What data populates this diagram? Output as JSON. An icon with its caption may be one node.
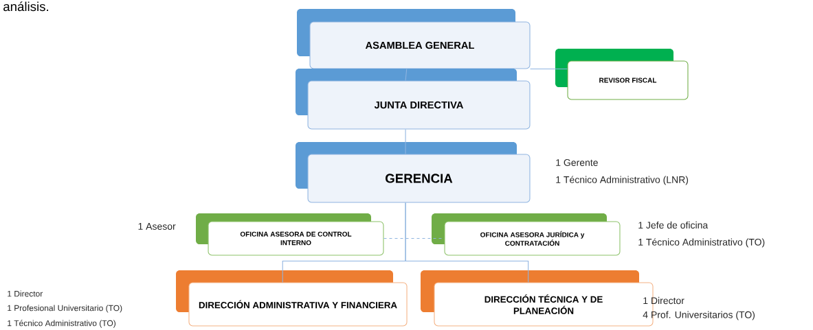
{
  "diagram": {
    "nodes": [
      {
        "text": [
          "ASAMBLEA GENERAL"
        ]
      },
      {
        "text": [
          "REVISOR FISCAL"
        ]
      },
      {
        "text": [
          "JUNTA DIRECTIVA"
        ]
      },
      {
        "text": [
          "GERENCIA"
        ],
        "beside": [
          "1 Gerente",
          "1 Técnico Administrativo (LNR)"
        ]
      },
      {
        "text": [
          "OFICINA ASESORA DE CONTROL INTERNO"
        ],
        "beside": [
          "1 Asesor"
        ]
      },
      {
        "text": [
          "OFICINA ASESORA JURÍDICA y CONTRATACIÓN"
        ],
        "beside": [
          "1 Jefe de oficina",
          "1 Técnico Administrativo (TO)"
        ]
      },
      {
        "text": [
          "DIRECCIÓN ADMINISTRATIVA Y FINANCIERA"
        ],
        "beside": [
          "1 Director",
          "1 Profesional Universitario (TO)",
          "1 Técnico Administrativo (TO)"
        ]
      },
      {
        "text": [
          "DIRECCIÓN TÉCNICA Y DE PLANEACIÓN"
        ],
        "beside": [
          "1 Director",
          "4 Prof. Universitarios (TO)"
        ]
      }
    ],
    "edges": [
      {
        "from": 0,
        "to": 2,
        "arrow": "none"
      },
      {
        "from": 0,
        "to": 1,
        "arrow": "none"
      },
      {
        "from": 2,
        "to": 3,
        "arrow": "none"
      },
      {
        "from": 3,
        "to": 6,
        "arrow": "none"
      },
      {
        "from": 3,
        "to": 7,
        "arrow": "none"
      },
      {
        "from": 4,
        "to": 5,
        "arrow": "none",
        "style": "dashed"
      }
    ],
    "labels": [
      "análisis."
    ]
  }
}
